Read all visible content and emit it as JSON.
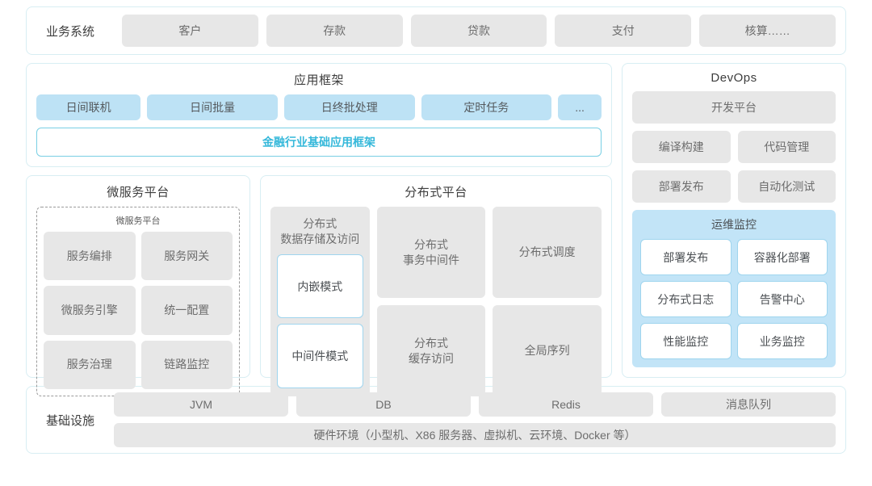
{
  "business_systems": {
    "label": "业务系统",
    "items": [
      "客户",
      "存款",
      "贷款",
      "支付",
      "核算……"
    ]
  },
  "app_framework": {
    "title": "应用框架",
    "chips": [
      "日间联机",
      "日间批量",
      "日终批处理",
      "定时任务",
      "..."
    ],
    "framework_bar": "金融行业基础应用框架"
  },
  "microservice_platform": {
    "title": "微服务平台",
    "inner_title": "微服务平台",
    "items": [
      "服务编排",
      "服务网关",
      "微服务引擎",
      "统一配置",
      "服务治理",
      "链路监控"
    ]
  },
  "distributed_platform": {
    "title": "分布式平台",
    "left_box": {
      "title": "分布式\n数据存储及访问",
      "title_line1": "分布式",
      "title_line2": "数据存储及访问",
      "modes": [
        "内嵌模式",
        "中间件模式"
      ]
    },
    "cells": [
      {
        "line1": "分布式",
        "line2": "事务中间件"
      },
      {
        "line1": "分布式调度",
        "line2": ""
      },
      {
        "line1": "分布式",
        "line2": "缓存访问"
      },
      {
        "line1": "全局序列",
        "line2": ""
      }
    ]
  },
  "devops": {
    "title": "DevOps",
    "platform": "开发平台",
    "row1": [
      "编译构建",
      "代码管理"
    ],
    "row2": [
      "部署发布",
      "自动化测试"
    ],
    "ops_monitor": {
      "title": "运维监控",
      "items": [
        "部署发布",
        "容器化部署",
        "分布式日志",
        "告警中心",
        "性能监控",
        "业务监控"
      ]
    }
  },
  "infrastructure": {
    "label": "基础设施",
    "items": [
      "JVM",
      "DB",
      "Redis",
      "消息队列"
    ],
    "hardware": "硬件环境（小型机、X86 服务器、虚拟机、云环境、Docker 等）"
  },
  "colors": {
    "panel_border": "#d8eef3",
    "chip_gray": "#e7e7e7",
    "chip_blue": "#bde2f5",
    "accent_cyan": "#35b8da",
    "ops_bg": "#c2e4f7"
  }
}
